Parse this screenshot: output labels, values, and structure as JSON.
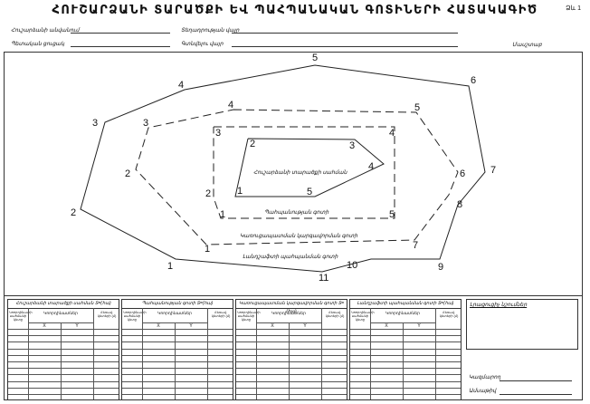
{
  "document": {
    "title": "ՀՈՒՇԱՐՁԱՆԻ ՏԱՐԱԾՔԻ ԵՎ ՊԱՀՊԱՆԱԿԱՆ ԳՈՏԻՆԵՐԻ ՀԱՏԱԿԱԳԻԾ",
    "form_no": "Ձև 1"
  },
  "header_fields": {
    "monument_name": "Հուշարձանի անվանում",
    "location": "Տեղադրության վայր",
    "passport_code": "Պետական ցուցակ",
    "community": "Գտնվելու վայր",
    "scale": "Մասշտաբ"
  },
  "plan": {
    "zones": [
      {
        "caption": "Հուշարձանի տարածքի սահման",
        "points": [
          "1",
          "2",
          "3",
          "4",
          "5"
        ]
      },
      {
        "caption": "Պահպանության գոտի",
        "points": [
          "1",
          "2",
          "3",
          "4",
          "5"
        ]
      },
      {
        "caption": "Կառուցապատման կարգավորման գոտի",
        "points": [
          "1",
          "2",
          "3",
          "4",
          "5",
          "6",
          "7"
        ]
      },
      {
        "caption": "Լանդշաֆտի պահպանման գոտի",
        "points": [
          "1",
          "2",
          "3",
          "4",
          "5",
          "6",
          "7",
          "8",
          "9",
          "10",
          "11"
        ]
      }
    ]
  },
  "tables": [
    {
      "header": "Հուշարձանի տարածքի սահման Տ=(հա)"
    },
    {
      "header": "Պահպանության գոտի Տ=(հա)"
    },
    {
      "header": "Կառուցապատման կարգավորման գոտի Տ=(հա)"
    },
    {
      "header": "Լանդշաֆտի պահպանման գոտի Տ=(հա)"
    }
  ],
  "table_columns": {
    "point_no": "Կոորդինատի սահմանի կետը",
    "coordinates": "Կոորդինատներ",
    "x": "X",
    "y": "Y",
    "distance": "Հեռավ. կետերի (մ)"
  },
  "notes": {
    "label": "Լրացուցիչ նշումներ"
  },
  "signatures": {
    "compiler": "Կազմարող",
    "date": "Ամսաթիվ"
  }
}
